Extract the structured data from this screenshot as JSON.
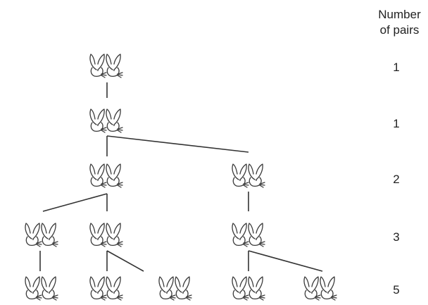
{
  "header": {
    "line1": "Number",
    "line2": "of pairs"
  },
  "generations": [
    {
      "pairs": "1"
    },
    {
      "pairs": "1"
    },
    {
      "pairs": "2"
    },
    {
      "pairs": "3"
    },
    {
      "pairs": "5"
    }
  ],
  "icons": {
    "pair": "rabbit-pair-icon"
  },
  "colors": {
    "line": "#333333",
    "ink": "#3a3a3a"
  }
}
